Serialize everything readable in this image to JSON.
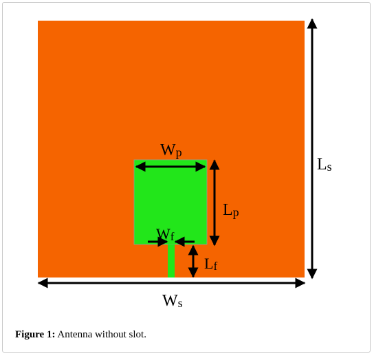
{
  "colors": {
    "substrate": "#f56400",
    "patch": "#22e61a",
    "arrow": "#000000"
  },
  "labels": {
    "ws_main": "W",
    "ws_sub": "s",
    "ls_main": "L",
    "ls_sub": "s",
    "wp_main": "W",
    "wp_sub": "p",
    "lp_main": "L",
    "lp_sub": "p",
    "wf_main": "W",
    "wf_sub": "f",
    "lf_main": "L",
    "lf_sub": "f"
  },
  "caption": {
    "label": "Figure 1:",
    "text": "Antenna without slot."
  }
}
